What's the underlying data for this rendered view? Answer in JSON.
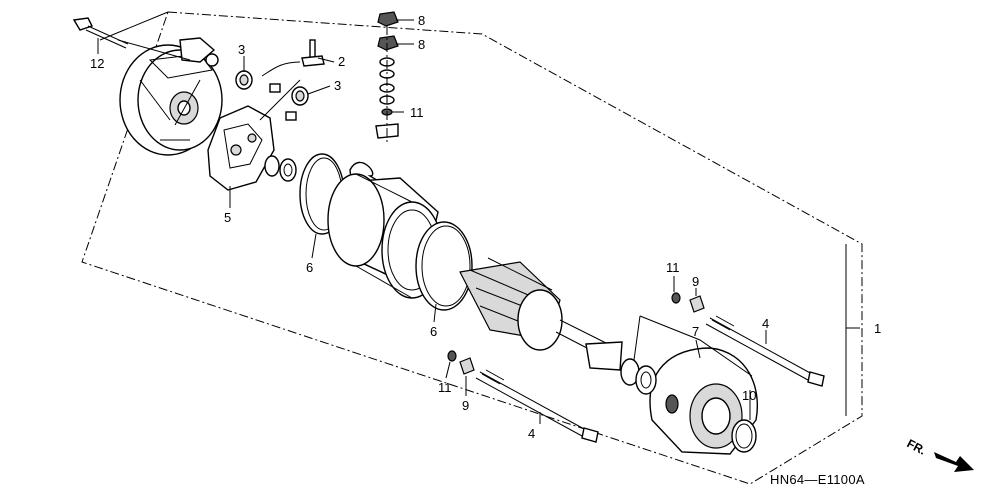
{
  "diagram": {
    "part_labels": {
      "p1": "1",
      "p2": "2",
      "p3a": "3",
      "p3b": "3",
      "p4a": "4",
      "p4b": "4",
      "p5": "5",
      "p6a": "6",
      "p6b": "6",
      "p7": "7",
      "p8a": "8",
      "p8b": "8",
      "p9a": "9",
      "p9b": "9",
      "p10": "10",
      "p11a": "11",
      "p11b": "11",
      "p11c": "11",
      "p12": "12"
    },
    "diagram_code": "HN64—E1100A",
    "front_arrow_label": "FR."
  }
}
